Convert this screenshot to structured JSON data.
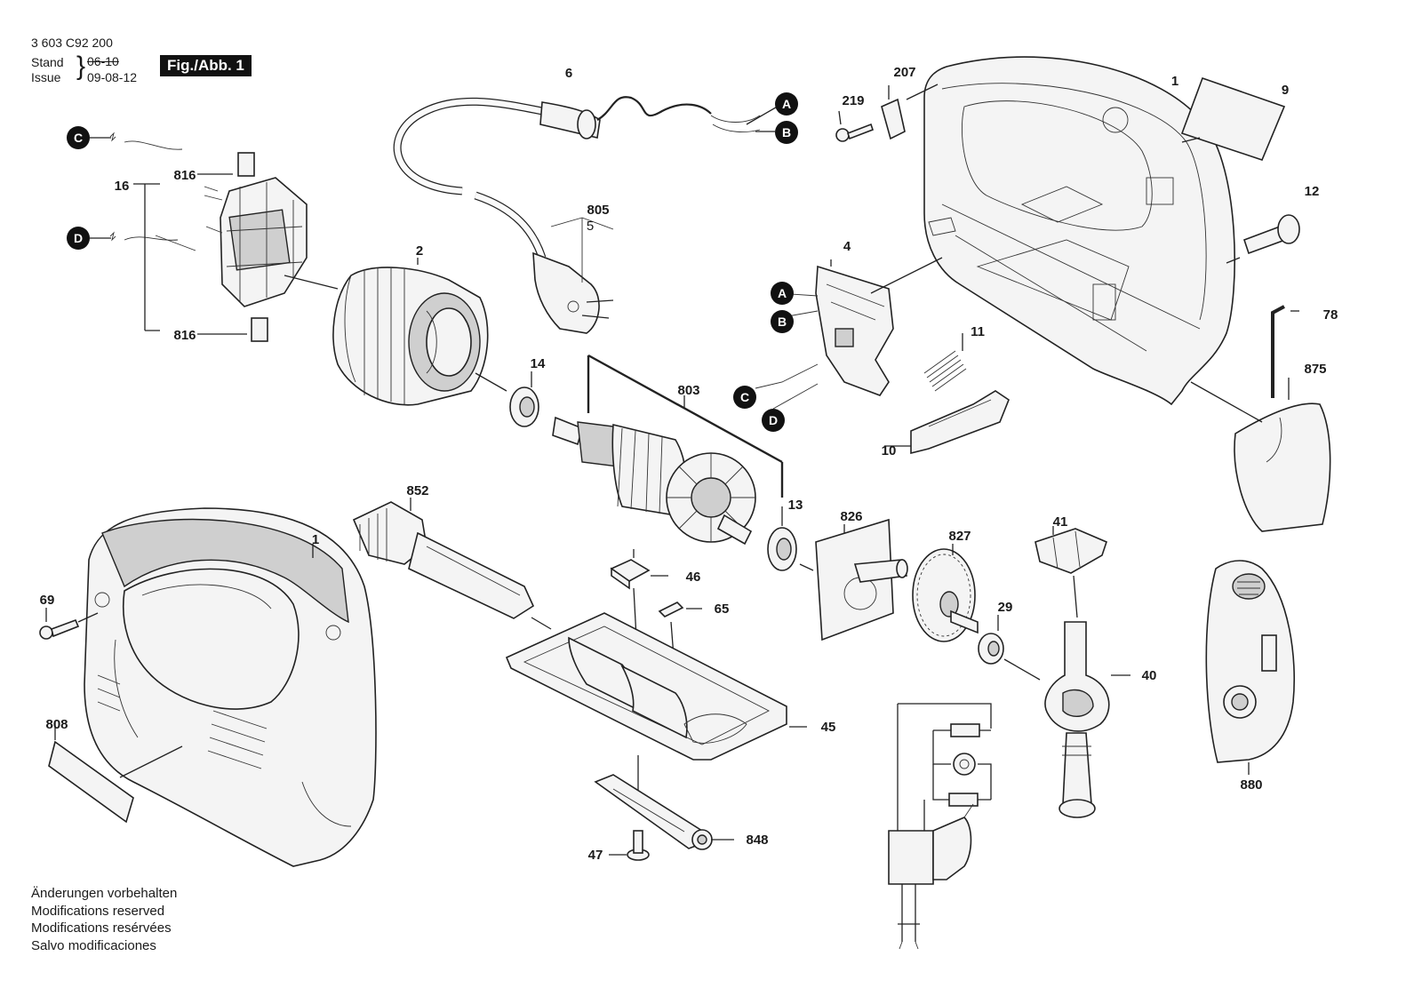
{
  "header": {
    "code": "3 603 C92 200",
    "stand_label": "Stand",
    "issue_label": "Issue",
    "stand_date": "06-10",
    "issue_date": "09-08-12",
    "figure": "Fig./Abb. 1"
  },
  "notes": [
    "Änderungen vorbehalten",
    "Modifications reserved",
    "Modifications resérvées",
    "Salvo modificaciones"
  ],
  "connectors": {
    "a": "A",
    "b": "B",
    "c": "C",
    "d": "D"
  },
  "parts": {
    "p1_top": "1",
    "p1_bottom": "1",
    "p2": "2",
    "p4": "4",
    "p5": "5",
    "p6": "6",
    "p9": "9",
    "p10": "10",
    "p11": "11",
    "p12": "12",
    "p13": "13",
    "p14": "14",
    "p16": "16",
    "p29": "29",
    "p40": "40",
    "p41": "41",
    "p45": "45",
    "p46": "46",
    "p47": "47",
    "p65": "65",
    "p69": "69",
    "p78": "78",
    "p207": "207",
    "p219": "219",
    "p803": "803",
    "p805": "805",
    "p808": "808",
    "p816a": "816",
    "p816b": "816",
    "p826": "826",
    "p827": "827",
    "p848": "848",
    "p852": "852",
    "p875": "875",
    "p880": "880"
  }
}
